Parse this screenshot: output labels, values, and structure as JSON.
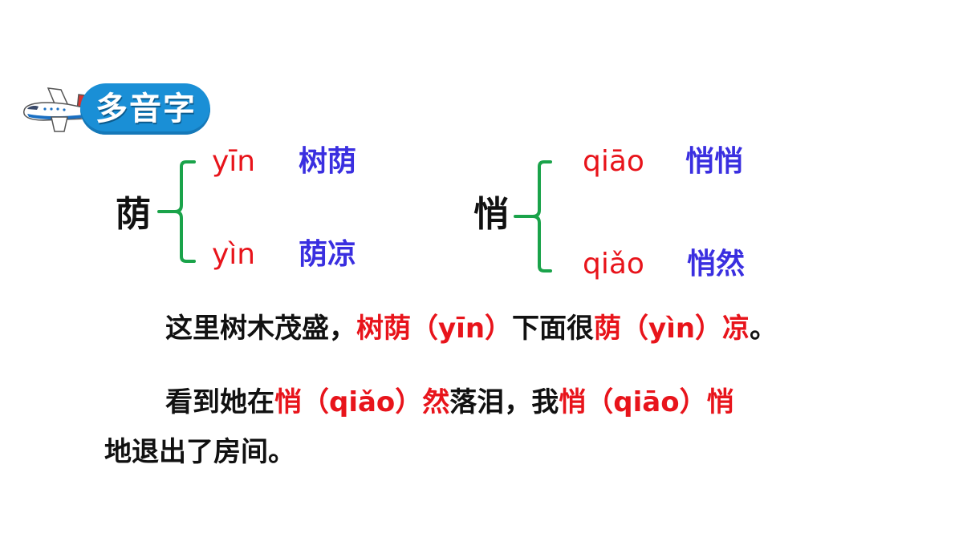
{
  "header": {
    "badge_label": "多音字",
    "icon": "airplane-icon",
    "badge_color": "#1a8fd6"
  },
  "entries": [
    {
      "char": "荫",
      "readings": [
        {
          "pinyin": "yīn",
          "word": "树荫"
        },
        {
          "pinyin": "yìn",
          "word": "荫凉"
        }
      ]
    },
    {
      "char": "悄",
      "readings": [
        {
          "pinyin": "qiāo",
          "word": "悄悄"
        },
        {
          "pinyin": "qiǎo",
          "word": "悄然"
        }
      ]
    }
  ],
  "sentences": {
    "s1": {
      "p1": "这里树木茂盛，",
      "r1": "树荫（yīn）",
      "p2": "下面很",
      "r2": "荫（yìn）凉",
      "p3": "。"
    },
    "s2": {
      "p1": "看到她在",
      "r1": "悄（qiǎo）然",
      "p2": "落泪，我",
      "r2": "悄（qiāo）悄",
      "line2": "地退出了房间。"
    }
  },
  "colors": {
    "pinyin": "#e8141b",
    "word": "#3a2fe0",
    "brace": "#1aa34a",
    "text": "#111111"
  }
}
